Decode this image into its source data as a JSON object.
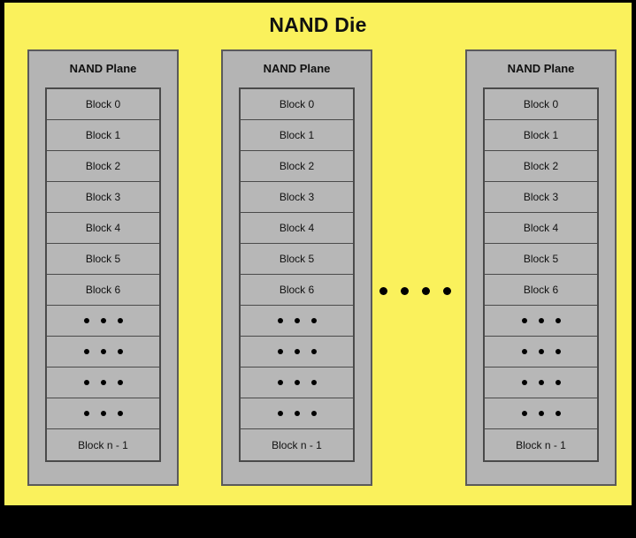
{
  "diagram": {
    "title": "NAND Die",
    "background_color": "#FAF15C",
    "frame_color": "#000000",
    "panel_color": "#B4B4B4",
    "block_color": "#B7B7B7",
    "border_color": "#4A4A4A",
    "text_color": "#111111"
  },
  "planes": [
    {
      "title": "NAND Plane",
      "rows": [
        {
          "type": "label",
          "text": "Block 0"
        },
        {
          "type": "label",
          "text": "Block 1"
        },
        {
          "type": "label",
          "text": "Block 2"
        },
        {
          "type": "label",
          "text": "Block 3"
        },
        {
          "type": "label",
          "text": "Block 4"
        },
        {
          "type": "label",
          "text": "Block 5"
        },
        {
          "type": "label",
          "text": "Block 6"
        },
        {
          "type": "ellipsis",
          "dots": 3
        },
        {
          "type": "ellipsis",
          "dots": 3
        },
        {
          "type": "ellipsis",
          "dots": 3
        },
        {
          "type": "ellipsis",
          "dots": 3
        },
        {
          "type": "label",
          "text": "Block n - 1"
        }
      ]
    },
    {
      "title": "NAND Plane",
      "rows": [
        {
          "type": "label",
          "text": "Block 0"
        },
        {
          "type": "label",
          "text": "Block 1"
        },
        {
          "type": "label",
          "text": "Block 2"
        },
        {
          "type": "label",
          "text": "Block 3"
        },
        {
          "type": "label",
          "text": "Block 4"
        },
        {
          "type": "label",
          "text": "Block 5"
        },
        {
          "type": "label",
          "text": "Block 6"
        },
        {
          "type": "ellipsis",
          "dots": 3
        },
        {
          "type": "ellipsis",
          "dots": 3
        },
        {
          "type": "ellipsis",
          "dots": 3
        },
        {
          "type": "ellipsis",
          "dots": 3
        },
        {
          "type": "label",
          "text": "Block n - 1"
        }
      ]
    },
    {
      "title": "NAND Plane",
      "rows": [
        {
          "type": "label",
          "text": "Block 0"
        },
        {
          "type": "label",
          "text": "Block 1"
        },
        {
          "type": "label",
          "text": "Block 2"
        },
        {
          "type": "label",
          "text": "Block 3"
        },
        {
          "type": "label",
          "text": "Block 4"
        },
        {
          "type": "label",
          "text": "Block 5"
        },
        {
          "type": "label",
          "text": "Block 6"
        },
        {
          "type": "ellipsis",
          "dots": 3
        },
        {
          "type": "ellipsis",
          "dots": 3
        },
        {
          "type": "ellipsis",
          "dots": 3
        },
        {
          "type": "ellipsis",
          "dots": 3
        },
        {
          "type": "label",
          "text": "Block n - 1"
        }
      ]
    }
  ],
  "plane_gap_ellipsis": {
    "dots": 4
  }
}
